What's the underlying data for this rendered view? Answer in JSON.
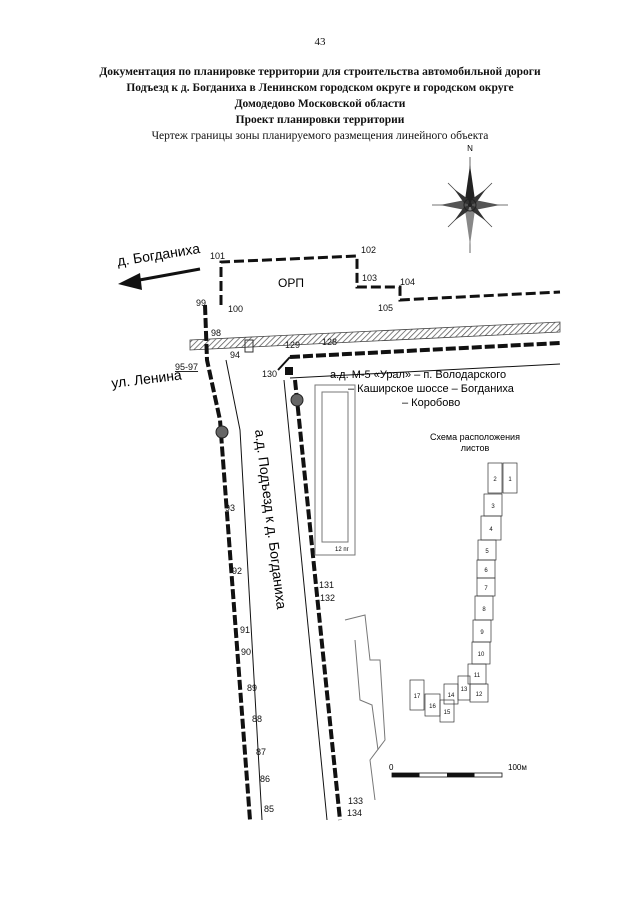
{
  "page_number": "43",
  "header": {
    "line1": "Документация по планировке территории для строительства автомобильной дороги",
    "line2": "Подъезд к д. Богданиха в Ленинском городском округе и городском округе",
    "line3": "Домодедово Московской области",
    "line4": "Проект планировки территории",
    "line5": "Чертеж границы зоны планируемого размещения линейного объекта"
  },
  "compass": {
    "north_label": "N",
    "icon": "compass-rose-icon"
  },
  "map": {
    "direction_label": "д. Богданиха",
    "zone_label": "ОРП",
    "street_lenina": "ул. Ленина",
    "road_main": "а.д. Подъезд к д. Богданиха",
    "road_m5_line1": "а.д. М-5 «Урал» – п. Володарского",
    "road_m5_line2": "– Каширское шоссе – Богданиха",
    "road_m5_line3": "– Коробово",
    "lot_label": "12 пг"
  },
  "points": {
    "p101": "101",
    "p102": "102",
    "p103": "103",
    "p104": "104",
    "p105": "105",
    "p99": "99",
    "p100": "100",
    "p98": "98",
    "p94": "94",
    "p95_97": "95-97",
    "p129": "129",
    "p128": "128",
    "p130": "130",
    "p131": "131",
    "p132": "132",
    "p93": "93",
    "p92": "92",
    "p91": "91",
    "p90": "90",
    "p89": "89",
    "p88": "88",
    "p87": "87",
    "p86": "86",
    "p85": "85",
    "p133": "133",
    "p134": "134"
  },
  "sheet_scheme": {
    "title_line1": "Схема расположения",
    "title_line2": "листов",
    "sheets": [
      "1",
      "2",
      "3",
      "4",
      "5",
      "6",
      "7",
      "8",
      "9",
      "10",
      "11",
      "12",
      "13",
      "14",
      "15",
      "16",
      "17"
    ]
  },
  "scale_bar": {
    "start": "0",
    "end": "100м"
  }
}
